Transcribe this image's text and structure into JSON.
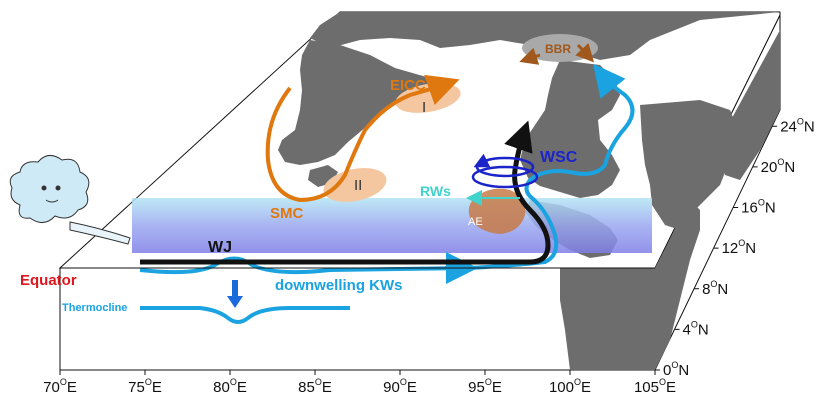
{
  "labels": {
    "eicc": "EICC",
    "bbr": "BBR",
    "wsc": "WSC",
    "rws": "RWs",
    "ae": "AE",
    "smc": "SMC",
    "wj": "WJ",
    "equator": "Equator",
    "downwelling": "downwelling KWs",
    "thermocline": "Thermocline",
    "region_1": "I",
    "region_2": "II"
  },
  "axes": {
    "lon_ticks": [
      "70",
      "75",
      "80",
      "85",
      "90",
      "95",
      "100",
      "105"
    ],
    "lon_unit": "E",
    "lat_ticks": [
      "0",
      "4",
      "8",
      "12",
      "16",
      "20",
      "24"
    ],
    "lat_unit": "N",
    "deg_symbol": "O"
  },
  "colors": {
    "land": "#6d6d6d",
    "eicc_smc": "#e07810",
    "patch": "#f4c7a0",
    "bbr": "#a0581c",
    "kelvin": "#1aa3e0",
    "wj": "#111111",
    "wsc": "#1a24c8",
    "rws": "#3fd3cc",
    "equator": "#e0161e",
    "ae": "#c87a48"
  },
  "icons": [
    "wind-cloud-icon",
    "downwelling-arrow-icon",
    "eddy-rotation-icon"
  ]
}
